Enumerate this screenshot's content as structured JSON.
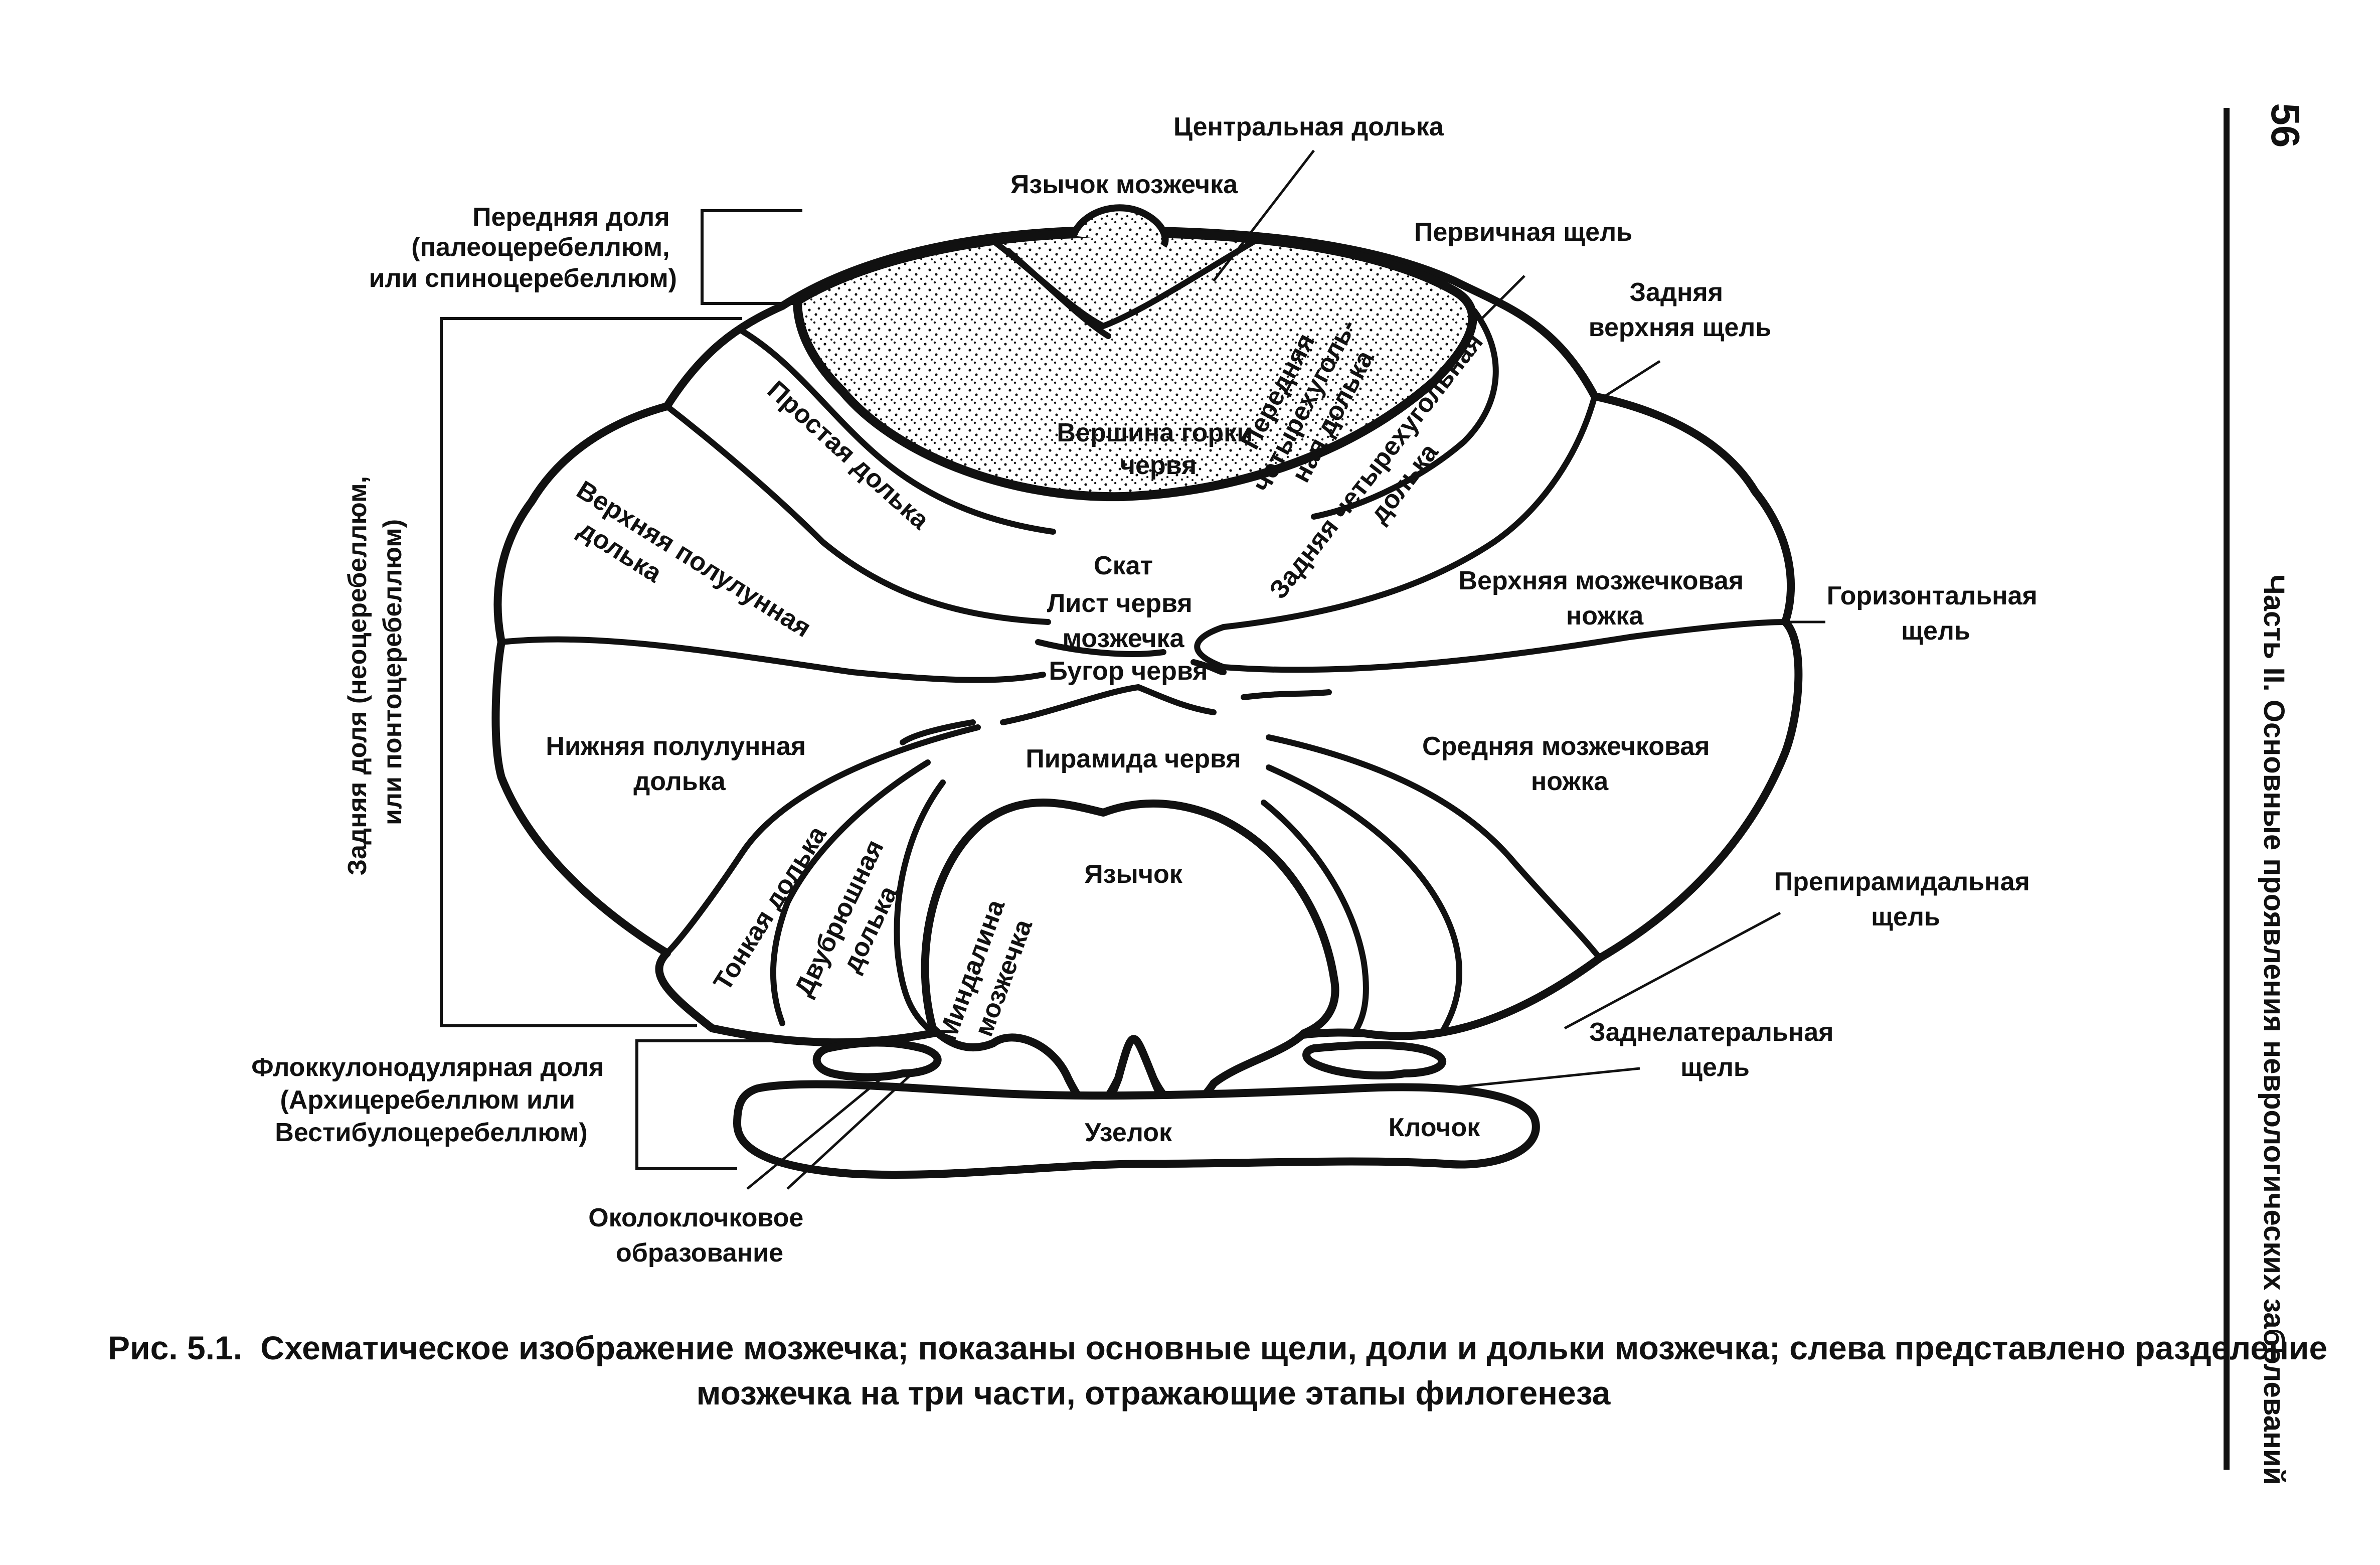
{
  "labels": {
    "centralnaya": "Центральная долька",
    "yazychok_mozzhechka": "Язычок мозжечка",
    "perednyaya_dolya": [
      "Передняя доля",
      "(палеоцеребеллюм,",
      "или спиноцеребеллюм)"
    ],
    "pervichnaya_shchel": "Первичная щель",
    "zadnyaya_verkhnyaya_shchel": [
      "Задняя",
      "верхняя щель"
    ],
    "perednyaya_chetyrehugolnaya": [
      "Передняя",
      "четырехуголь-",
      "ная долька"
    ],
    "vershina": [
      "Вершина горки",
      "червя"
    ],
    "prostaya_dolka": "Простая долька",
    "zadnyaya_chetyrehugolnaya": [
      "Задняя четырехугольная",
      "долька"
    ],
    "verkhnyaya_polulunnaya": [
      "Верхняя полулунная",
      "долька"
    ],
    "skat": "Скат",
    "list_chervya": [
      "Лист червя",
      "мозжечка"
    ],
    "bugor_chervya": "Бугор червя",
    "verkhnyaya_nozhka": [
      "Верхняя мозжечковая",
      "ножка"
    ],
    "gorizontalnaya_shchel": [
      "Горизонтальная",
      "щель"
    ],
    "zadnyaya_dolya": [
      "Задняя доля (неоцеребеллюм,",
      "или понтоцеребеллюм)"
    ],
    "nizhnyaya_polulunnaya": [
      "Нижняя полулунная",
      "долька"
    ],
    "piramida_chervya": "Пирамида червя",
    "srednyaya_nozhka": [
      "Средняя мозжечковая",
      "ножка"
    ],
    "yazychok": "Язычок",
    "tonkaya_dolka": "Тонкая долька",
    "dvubryushnaya": [
      "Двубрюшная",
      "долька"
    ],
    "mindalina": [
      "Миндалина",
      "мозжечка"
    ],
    "prepiramidalnaya": [
      "Препирамидальная",
      "щель"
    ],
    "zadnelateralnaya": [
      "Заднелатеральная",
      "щель"
    ],
    "flokkulonodulyarnaya": [
      "Флоккулонодулярная доля",
      "(Архицеребеллюм или",
      "Вестибулоцеребеллюм)"
    ],
    "uzelok": "Узелок",
    "klochok": "Клочок",
    "okoloklochkovoe": [
      "Околоклочковое",
      "образование"
    ]
  },
  "caption": {
    "prefix": "Рис. 5.1.",
    "line1": "Схематическое изображение мозжечка; показаны основные щели, доли и дольки мозжечка; слева представлено разделение",
    "line2": "мозжечка на три части, отражающие этапы филогенеза"
  },
  "running_head": {
    "page_number": "56",
    "title": "Часть II. Основные проявления неврологических заболеваний"
  }
}
